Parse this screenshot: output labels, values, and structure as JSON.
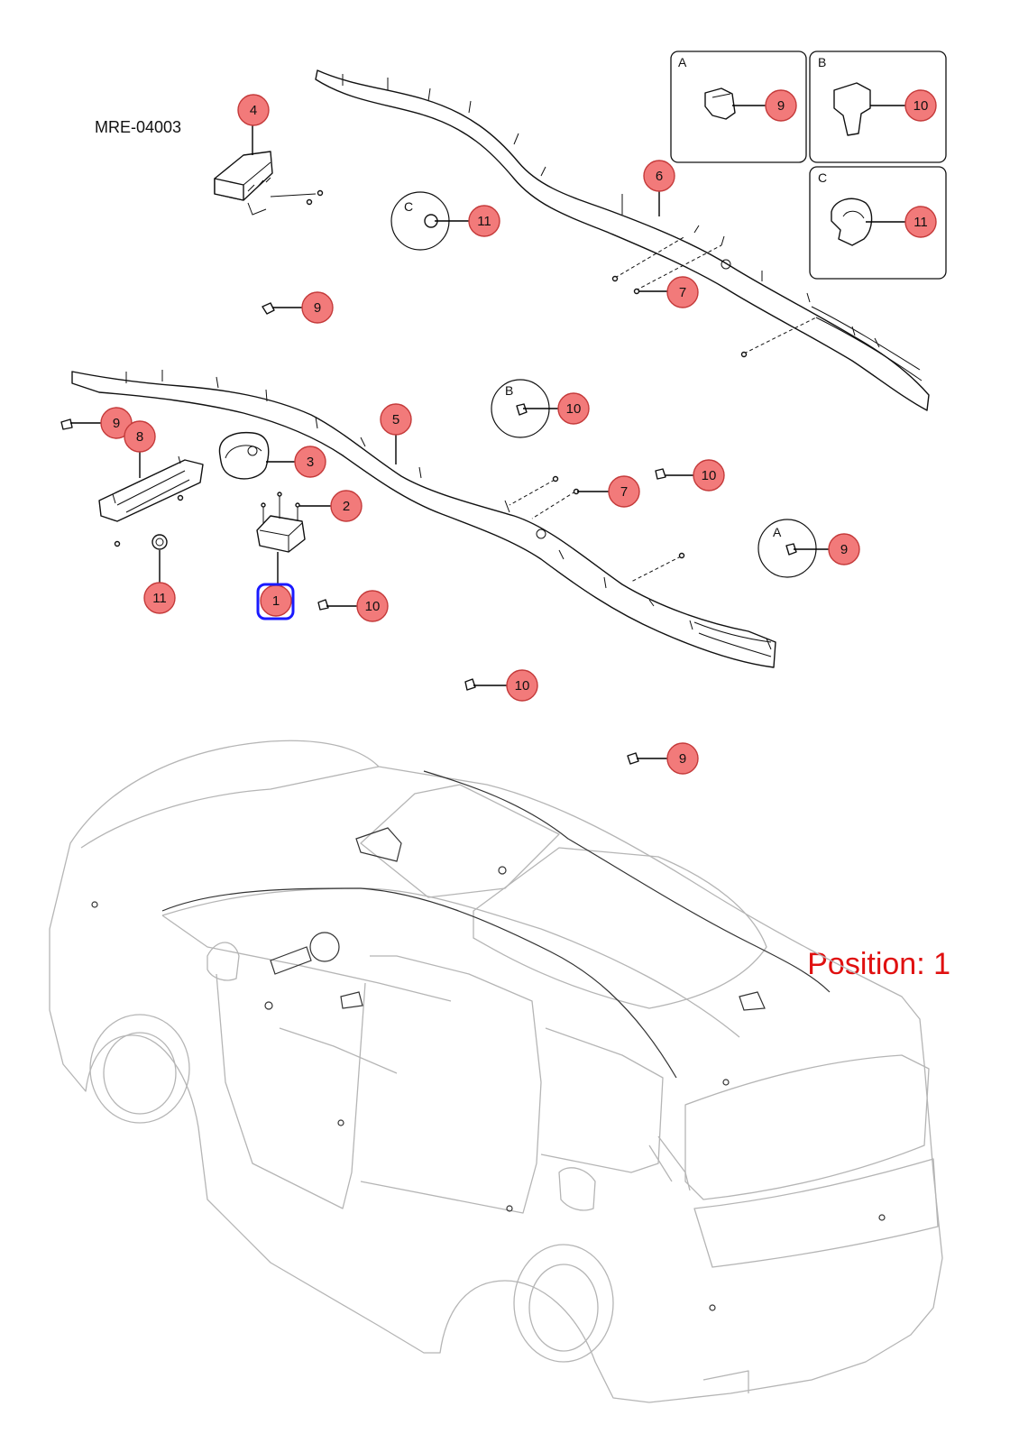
{
  "drawing_code": "MRE-04003",
  "position_label": "Position: 1",
  "selected_part": "1",
  "colors": {
    "callout_fill": "#f27a7a",
    "callout_stroke": "#c43a3a",
    "selection_outline": "#1a1aff",
    "position_text": "#e01010",
    "vehicle_outline": "#b5b5b5"
  },
  "detail_views": [
    {
      "letter": "A",
      "callout": "9"
    },
    {
      "letter": "B",
      "callout": "10"
    },
    {
      "letter": "C",
      "callout": "11"
    }
  ],
  "callouts": [
    {
      "id": "callout-4",
      "label": "4"
    },
    {
      "id": "callout-11-detail-c",
      "label": "11"
    },
    {
      "id": "callout-6",
      "label": "6"
    },
    {
      "id": "callout-7-upper",
      "label": "7"
    },
    {
      "id": "callout-9-upper",
      "label": "9"
    },
    {
      "id": "callout-9-inset-a",
      "label": "9"
    },
    {
      "id": "callout-10-inset-b",
      "label": "10"
    },
    {
      "id": "callout-11-inset-c",
      "label": "11"
    },
    {
      "id": "callout-10-detail-b",
      "label": "10"
    },
    {
      "id": "callout-9-left",
      "label": "9"
    },
    {
      "id": "callout-8",
      "label": "8"
    },
    {
      "id": "callout-3",
      "label": "3"
    },
    {
      "id": "callout-5",
      "label": "5"
    },
    {
      "id": "callout-2",
      "label": "2"
    },
    {
      "id": "callout-7-lower",
      "label": "7"
    },
    {
      "id": "callout-10-right",
      "label": "10"
    },
    {
      "id": "callout-9-detail-a",
      "label": "9"
    },
    {
      "id": "callout-11-lower",
      "label": "11"
    },
    {
      "id": "callout-1",
      "label": "1"
    },
    {
      "id": "callout-10-lower",
      "label": "10"
    },
    {
      "id": "callout-10-bottom",
      "label": "10"
    },
    {
      "id": "callout-9-bottom",
      "label": "9"
    }
  ]
}
